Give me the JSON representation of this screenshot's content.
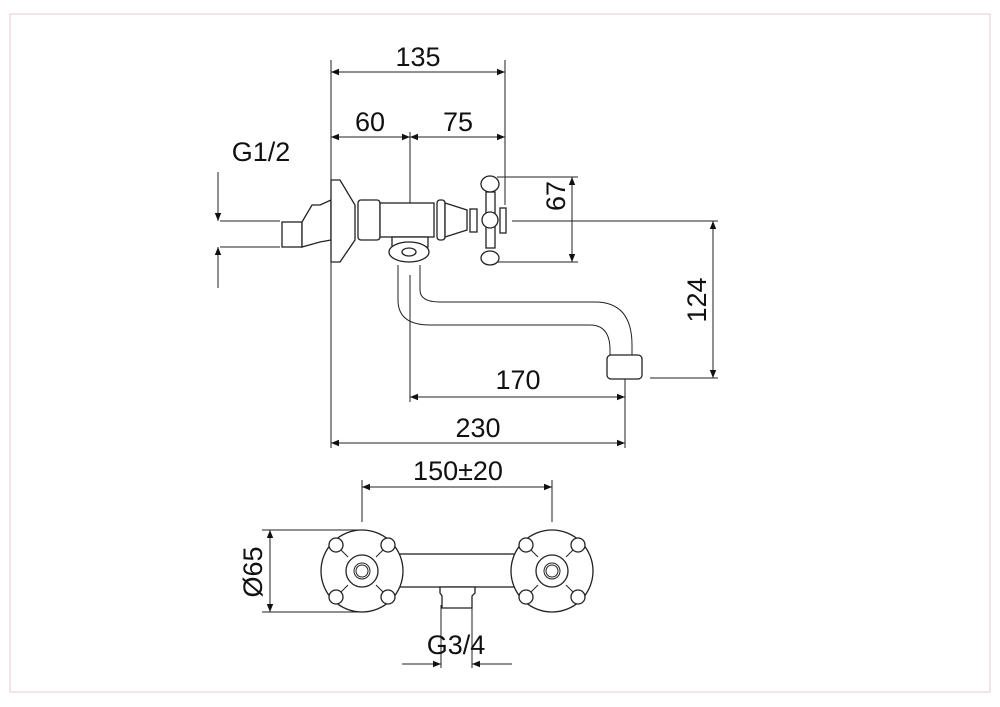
{
  "drawing": {
    "dimensions": {
      "overall_depth": "135",
      "flange_to_axis": "60",
      "axis_to_handle": "75",
      "inlet_thread": "G1/2",
      "handle_height": "67",
      "spout_drop": "124",
      "spout_reach": "170",
      "total_reach": "230",
      "center_distance": "150±20",
      "handle_diameter": "Ø65",
      "outlet_thread": "G3/4"
    },
    "colors": {
      "line": "#222222",
      "frame": "#e8c8d4"
    }
  }
}
